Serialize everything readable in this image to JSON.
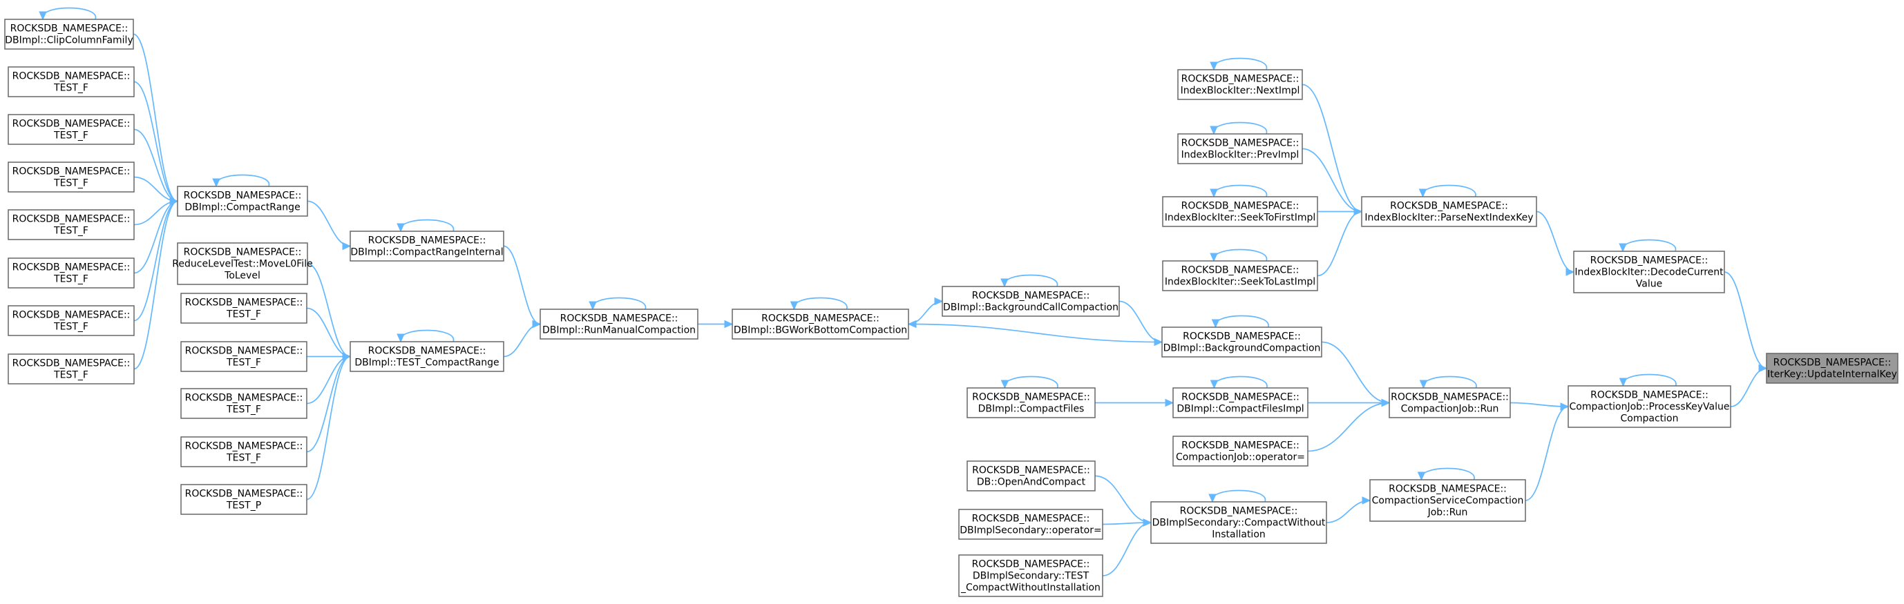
{
  "diagram": {
    "title": "",
    "nodes": [
      {
        "id": "n_root",
        "lines": [
          "ROCKSDB_NAMESPACE::",
          "IterKey::UpdateInternalKey"
        ],
        "highlight": true
      },
      {
        "id": "n_decode",
        "lines": [
          "ROCKSDB_NAMESPACE::",
          "IndexBlockIter::DecodeCurrent",
          "Value"
        ]
      },
      {
        "id": "n_process",
        "lines": [
          "ROCKSDB_NAMESPACE::",
          "CompactionJob::ProcessKeyValue",
          "Compaction"
        ]
      },
      {
        "id": "n_parse",
        "lines": [
          "ROCKSDB_NAMESPACE::",
          "IndexBlockIter::ParseNextIndexKey"
        ]
      },
      {
        "id": "n_nextimpl",
        "lines": [
          "ROCKSDB_NAMESPACE::",
          "IndexBlockIter::NextImpl"
        ]
      },
      {
        "id": "n_previmpl",
        "lines": [
          "ROCKSDB_NAMESPACE::",
          "IndexBlockIter::PrevImpl"
        ]
      },
      {
        "id": "n_seekfirst",
        "lines": [
          "ROCKSDB_NAMESPACE::",
          "IndexBlockIter::SeekToFirstImpl"
        ]
      },
      {
        "id": "n_seeklast",
        "lines": [
          "ROCKSDB_NAMESPACE::",
          "IndexBlockIter::SeekToLastImpl"
        ]
      },
      {
        "id": "n_cjrun",
        "lines": [
          "ROCKSDB_NAMESPACE::",
          "CompactionJob::Run"
        ]
      },
      {
        "id": "n_cscjrun",
        "lines": [
          "ROCKSDB_NAMESPACE::",
          "CompactionServiceCompaction",
          "Job::Run"
        ]
      },
      {
        "id": "n_bgcomp",
        "lines": [
          "ROCKSDB_NAMESPACE::",
          "DBImpl::BackgroundCompaction"
        ]
      },
      {
        "id": "n_cfimpl",
        "lines": [
          "ROCKSDB_NAMESPACE::",
          "DBImpl::CompactFilesImpl"
        ]
      },
      {
        "id": "n_cjop",
        "lines": [
          "ROCKSDB_NAMESPACE::",
          "CompactionJob::operator="
        ]
      },
      {
        "id": "n_bgcall",
        "lines": [
          "ROCKSDB_NAMESPACE::",
          "DBImpl::BackgroundCallCompaction"
        ]
      },
      {
        "id": "n_bgwork",
        "lines": [
          "ROCKSDB_NAMESPACE::",
          "DBImpl::BGWorkBottomCompaction"
        ]
      },
      {
        "id": "n_compactfiles",
        "lines": [
          "ROCKSDB_NAMESPACE::",
          "DBImpl::CompactFiles"
        ]
      },
      {
        "id": "n_cwi",
        "lines": [
          "ROCKSDB_NAMESPACE::",
          "DBImplSecondary::CompactWithout",
          "Installation"
        ]
      },
      {
        "id": "n_openandcompact",
        "lines": [
          "ROCKSDB_NAMESPACE::",
          "DB::OpenAndCompact"
        ]
      },
      {
        "id": "n_dbsecop",
        "lines": [
          "ROCKSDB_NAMESPACE::",
          "DBImplSecondary::operator="
        ]
      },
      {
        "id": "n_dbsectest",
        "lines": [
          "ROCKSDB_NAMESPACE::",
          "DBImplSecondary::TEST",
          "_CompactWithoutInstallation"
        ]
      },
      {
        "id": "n_runmanual",
        "lines": [
          "ROCKSDB_NAMESPACE::",
          "DBImpl::RunManualCompaction"
        ]
      },
      {
        "id": "n_crinternal",
        "lines": [
          "ROCKSDB_NAMESPACE::",
          "DBImpl::CompactRangeInternal"
        ]
      },
      {
        "id": "n_testcr",
        "lines": [
          "ROCKSDB_NAMESPACE::",
          "DBImpl::TEST_CompactRange"
        ]
      },
      {
        "id": "n_compactrange",
        "lines": [
          "ROCKSDB_NAMESPACE::",
          "DBImpl::CompactRange"
        ]
      },
      {
        "id": "n_reducelevel",
        "lines": [
          "ROCKSDB_NAMESPACE::",
          "ReduceLevelTest::MoveL0File",
          "ToLevel"
        ]
      },
      {
        "id": "n_mid_tf1",
        "lines": [
          "ROCKSDB_NAMESPACE::",
          "TEST_F"
        ]
      },
      {
        "id": "n_mid_tf2",
        "lines": [
          "ROCKSDB_NAMESPACE::",
          "TEST_F"
        ]
      },
      {
        "id": "n_mid_tf3",
        "lines": [
          "ROCKSDB_NAMESPACE::",
          "TEST_F"
        ]
      },
      {
        "id": "n_mid_tf4",
        "lines": [
          "ROCKSDB_NAMESPACE::",
          "TEST_F"
        ]
      },
      {
        "id": "n_mid_tp",
        "lines": [
          "ROCKSDB_NAMESPACE::",
          "TEST_P"
        ]
      },
      {
        "id": "n_clip",
        "lines": [
          "ROCKSDB_NAMESPACE::",
          "DBImpl::ClipColumnFamily"
        ]
      },
      {
        "id": "n_left_tf1",
        "lines": [
          "ROCKSDB_NAMESPACE::",
          "TEST_F"
        ]
      },
      {
        "id": "n_left_tf2",
        "lines": [
          "ROCKSDB_NAMESPACE::",
          "TEST_F"
        ]
      },
      {
        "id": "n_left_tf3",
        "lines": [
          "ROCKSDB_NAMESPACE::",
          "TEST_F"
        ]
      },
      {
        "id": "n_left_tf4",
        "lines": [
          "ROCKSDB_NAMESPACE::",
          "TEST_F"
        ]
      },
      {
        "id": "n_left_tf5",
        "lines": [
          "ROCKSDB_NAMESPACE::",
          "TEST_F"
        ]
      },
      {
        "id": "n_left_tf6",
        "lines": [
          "ROCKSDB_NAMESPACE::",
          "TEST_F"
        ]
      },
      {
        "id": "n_left_tf7",
        "lines": [
          "ROCKSDB_NAMESPACE::",
          "TEST_F"
        ]
      }
    ],
    "edges": [
      {
        "from": "n_decode",
        "to": "n_root"
      },
      {
        "from": "n_process",
        "to": "n_root"
      },
      {
        "from": "n_parse",
        "to": "n_decode"
      },
      {
        "from": "n_nextimpl",
        "to": "n_parse"
      },
      {
        "from": "n_previmpl",
        "to": "n_parse"
      },
      {
        "from": "n_seekfirst",
        "to": "n_parse"
      },
      {
        "from": "n_seeklast",
        "to": "n_parse"
      },
      {
        "from": "n_cjrun",
        "to": "n_process"
      },
      {
        "from": "n_cscjrun",
        "to": "n_process"
      },
      {
        "from": "n_bgcomp",
        "to": "n_cjrun"
      },
      {
        "from": "n_cfimpl",
        "to": "n_cjrun"
      },
      {
        "from": "n_cjop",
        "to": "n_cjrun"
      },
      {
        "from": "n_bgcomp",
        "to": "n_bgwork"
      },
      {
        "from": "n_bgcall",
        "to": "n_bgcomp"
      },
      {
        "from": "n_bgwork",
        "to": "n_bgcall"
      },
      {
        "from": "n_compactfiles",
        "to": "n_cfimpl"
      },
      {
        "from": "n_cwi",
        "to": "n_cscjrun"
      },
      {
        "from": "n_openandcompact",
        "to": "n_cwi"
      },
      {
        "from": "n_dbsecop",
        "to": "n_cwi"
      },
      {
        "from": "n_dbsectest",
        "to": "n_cwi"
      },
      {
        "from": "n_runmanual",
        "to": "n_bgwork"
      },
      {
        "from": "n_crinternal",
        "to": "n_runmanual"
      },
      {
        "from": "n_testcr",
        "to": "n_runmanual"
      },
      {
        "from": "n_compactrange",
        "to": "n_crinternal"
      },
      {
        "from": "n_reducelevel",
        "to": "n_testcr"
      },
      {
        "from": "n_mid_tf1",
        "to": "n_testcr"
      },
      {
        "from": "n_mid_tf2",
        "to": "n_testcr"
      },
      {
        "from": "n_mid_tf3",
        "to": "n_testcr"
      },
      {
        "from": "n_mid_tf4",
        "to": "n_testcr"
      },
      {
        "from": "n_mid_tp",
        "to": "n_testcr"
      },
      {
        "from": "n_clip",
        "to": "n_compactrange"
      },
      {
        "from": "n_left_tf1",
        "to": "n_compactrange"
      },
      {
        "from": "n_left_tf2",
        "to": "n_compactrange"
      },
      {
        "from": "n_left_tf3",
        "to": "n_compactrange"
      },
      {
        "from": "n_left_tf4",
        "to": "n_compactrange"
      },
      {
        "from": "n_left_tf5",
        "to": "n_compactrange"
      },
      {
        "from": "n_left_tf6",
        "to": "n_compactrange"
      },
      {
        "from": "n_left_tf7",
        "to": "n_compactrange"
      }
    ],
    "self_loops": [
      "n_process",
      "n_decode",
      "n_parse",
      "n_nextimpl",
      "n_previmpl",
      "n_seekfirst",
      "n_seeklast",
      "n_cjrun",
      "n_cscjrun",
      "n_bgcomp",
      "n_cfimpl",
      "n_bgcall",
      "n_bgwork",
      "n_compactfiles",
      "n_cwi",
      "n_runmanual",
      "n_crinternal",
      "n_testcr",
      "n_compactrange",
      "n_clip"
    ]
  }
}
